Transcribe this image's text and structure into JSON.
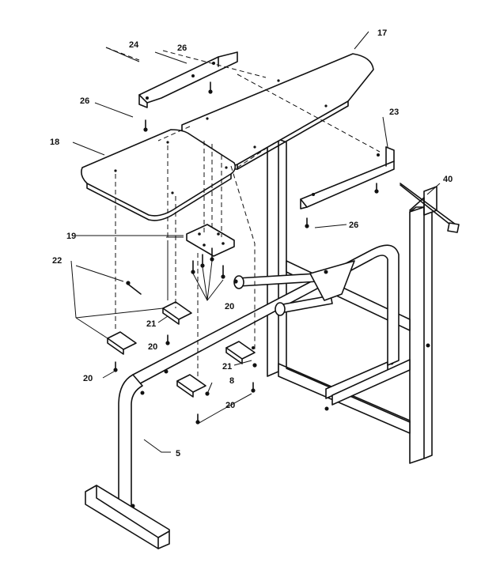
{
  "callouts": {
    "p17": "17",
    "p24": "24",
    "p26a": "26",
    "p26b": "26",
    "p26c": "26",
    "p18": "18",
    "p23": "23",
    "p40": "40",
    "p19": "19",
    "p22": "22",
    "p20a": "20",
    "p21a": "21",
    "p20b": "20",
    "p20c": "20",
    "p21b": "21",
    "p8": "8",
    "p20d": "20",
    "p5": "5"
  },
  "colors": {
    "ink": "#111111",
    "paper": "#ffffff"
  }
}
